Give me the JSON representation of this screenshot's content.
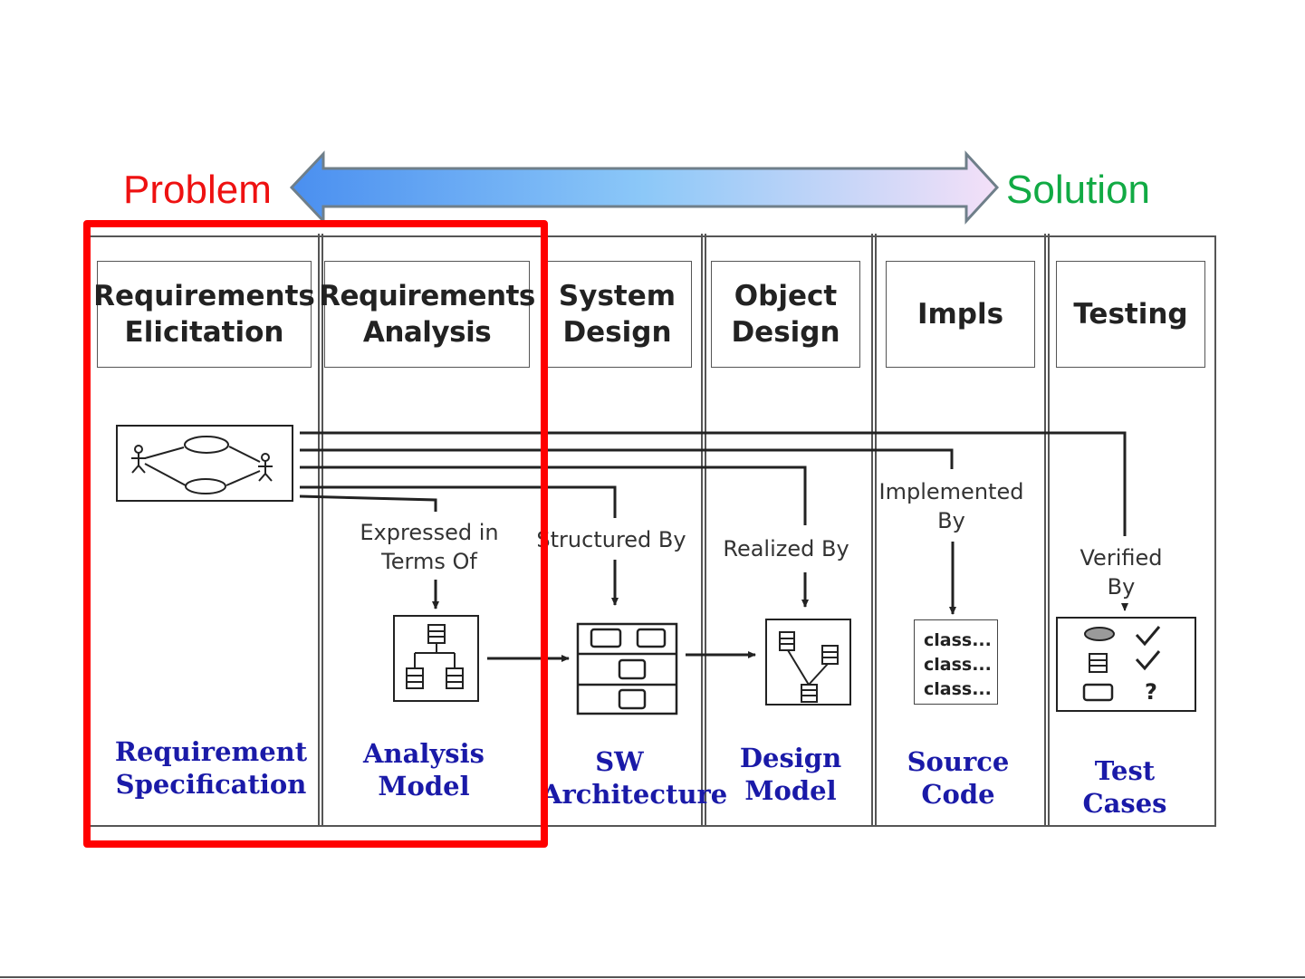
{
  "arrow": {
    "left_label": "Problem",
    "right_label": "Solution",
    "left_label_color": "#ee1111",
    "right_label_color": "#11aa44",
    "gradient_colors": [
      "#4a8ff0",
      "#8cc8f8",
      "#f4e0f8"
    ]
  },
  "phases": [
    {
      "title": "Requirements\nElicitation"
    },
    {
      "title": "Requirements\nAnalysis"
    },
    {
      "title": "System\nDesign"
    },
    {
      "title": "Object\nDesign"
    },
    {
      "title": "Impls"
    },
    {
      "title": "Testing"
    }
  ],
  "relations": {
    "expressed": "Expressed in\nTerms Of",
    "structured": "Structured By",
    "realized": "Realized By",
    "implemented": "Implemented\nBy",
    "verified": "Verified\nBy"
  },
  "code_lines": [
    "class...",
    "class...",
    "class..."
  ],
  "test_cases_marks": {
    "question": "?"
  },
  "artifacts": [
    {
      "label": "Requirement\nSpecification"
    },
    {
      "label": "Analysis\nModel"
    },
    {
      "label": "SW\nArchitecture"
    },
    {
      "label": "Design\nModel"
    },
    {
      "label": "Source\nCode"
    },
    {
      "label": "Test\nCases"
    }
  ],
  "colors": {
    "highlight": "#ff0000",
    "artifact_text": "#1a1aa8",
    "line": "#222222"
  },
  "icons": [
    "use-case-diagram-icon",
    "class-hierarchy-icon",
    "subsystem-layers-icon",
    "object-model-icon",
    "checklist-icon"
  ]
}
